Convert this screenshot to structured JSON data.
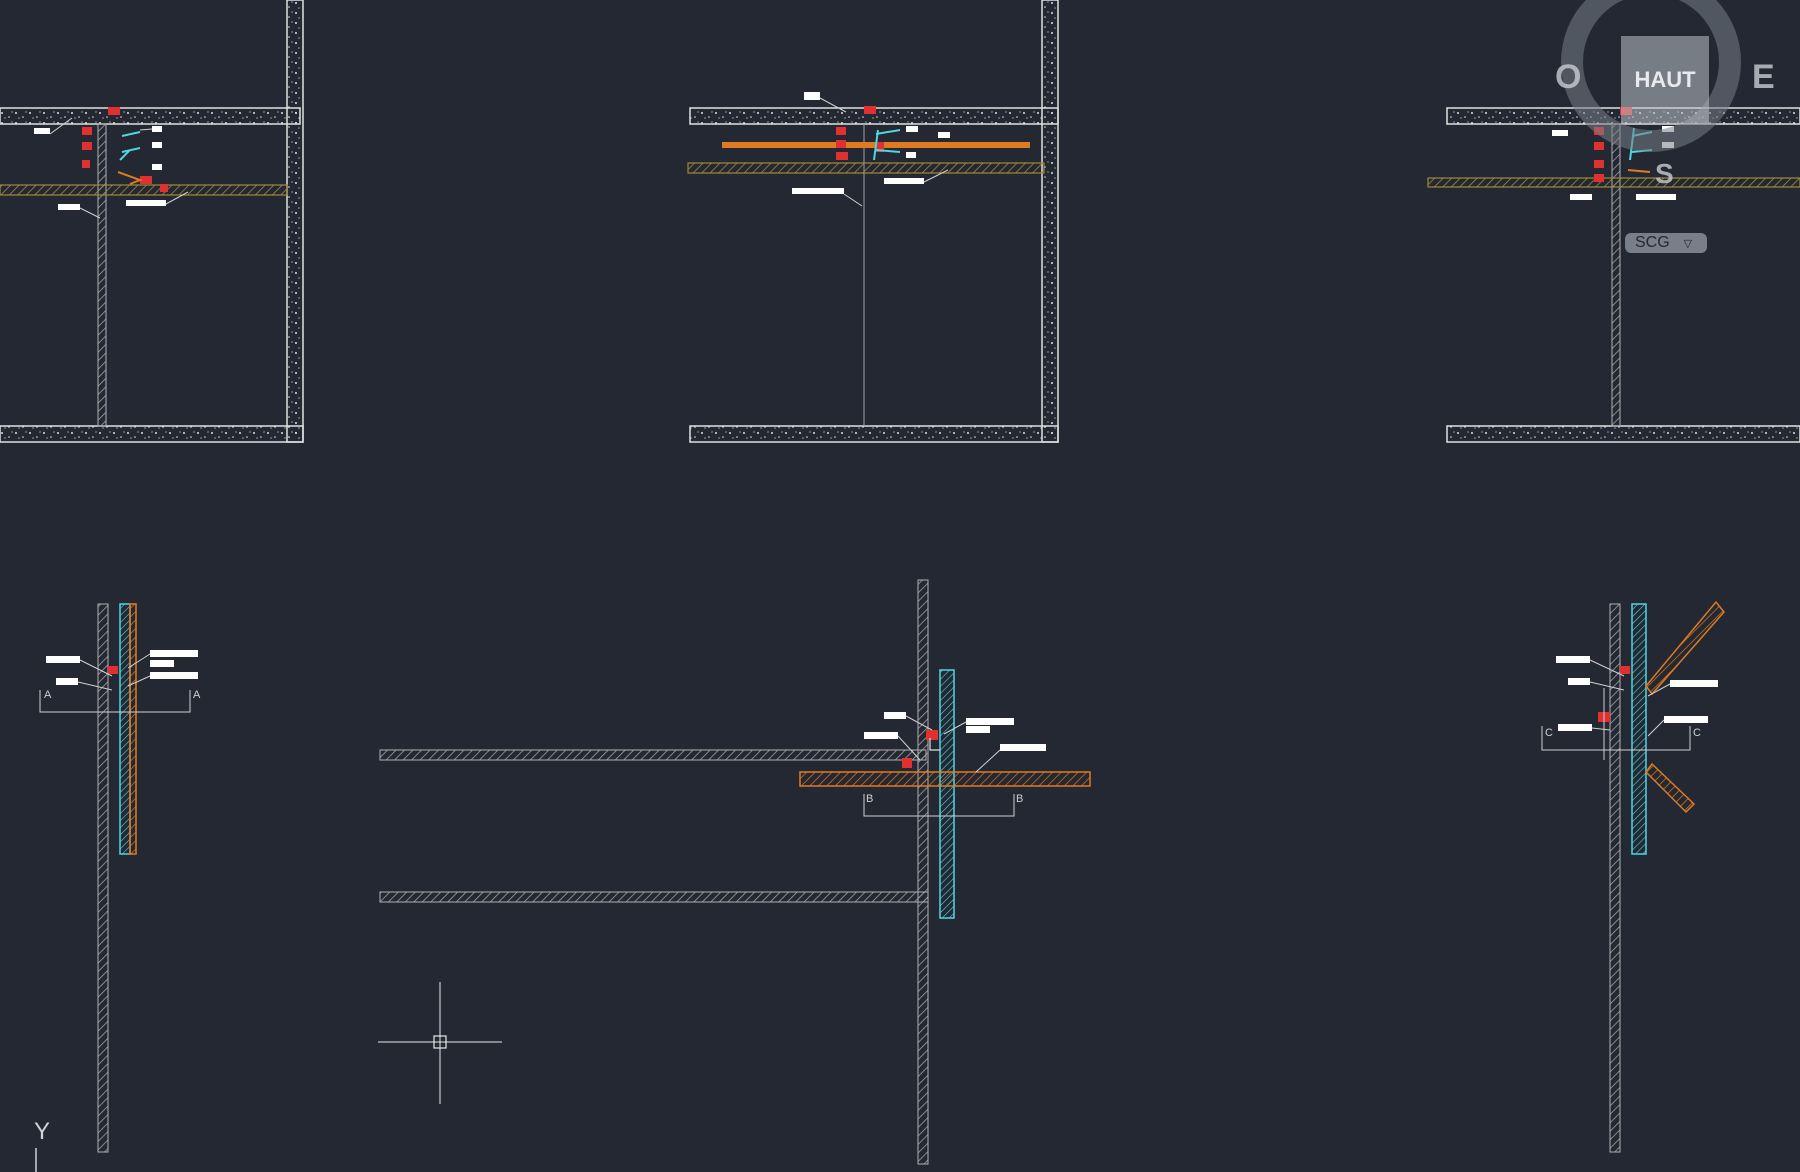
{
  "viewcube": {
    "top_label": "HAUT",
    "west_label": "O",
    "east_label": "E",
    "south_label": "S"
  },
  "ucs_menu": {
    "label": "SCG",
    "arrow_icon": "chevron-down-icon"
  },
  "ucs_axis_label": "Y",
  "section_markers": {
    "left": [
      "A",
      "A"
    ],
    "center": [
      "B",
      "B"
    ],
    "right": [
      "C",
      "C"
    ]
  },
  "colors": {
    "background": "#232833",
    "walls": "#d8d8d8",
    "slab_hatch": "#a08a3a",
    "orange": "#e07a20",
    "cyan": "#4fd6e0",
    "red": "#e03030"
  }
}
